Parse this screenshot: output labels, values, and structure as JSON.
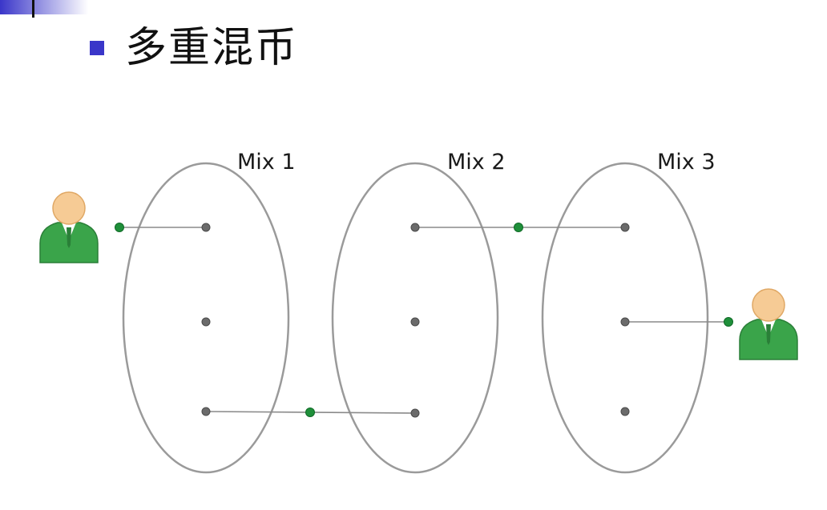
{
  "slide": {
    "title": "多重混币",
    "accent_color": "#3a36c9"
  },
  "diagram": {
    "mixes": [
      {
        "label": "Mix 1"
      },
      {
        "label": "Mix 2"
      },
      {
        "label": "Mix 3"
      }
    ],
    "person_icon": "user-icon",
    "colors": {
      "outline": "#9a9a9a",
      "node": "#6b6b6b",
      "link_node": "#1f8f3a",
      "person_body": "#3aa44a",
      "person_head": "#f6cb95"
    }
  }
}
